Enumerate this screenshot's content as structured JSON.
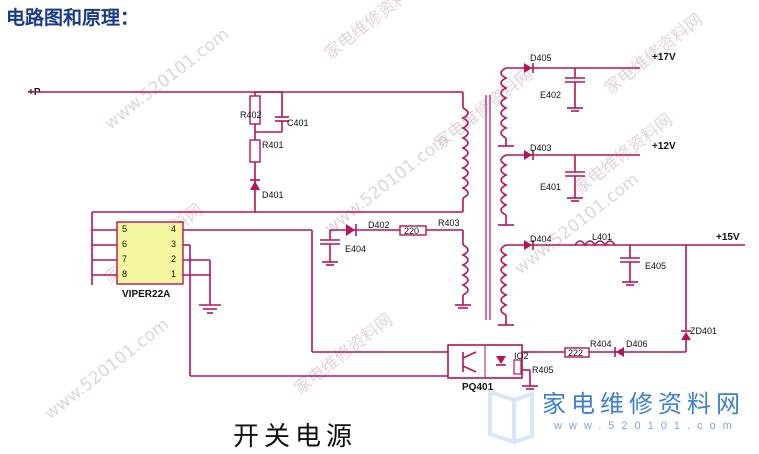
{
  "title": "电路图和原理：",
  "caption": "开关电源",
  "watermark": {
    "text": "家电维修资料网",
    "url": "www.520101.com",
    "logo_text": "家电维修资料网",
    "logo_url": "www.520101.com",
    "color": "#c9b0bd"
  },
  "rails": {
    "input": "+P",
    "v17": "+17V",
    "v12": "+12V",
    "v15": "+15V"
  },
  "components": {
    "R402": "R402",
    "C401": "C401",
    "R401": "R401",
    "D401": "D401",
    "D402": "D402",
    "R403": "R403",
    "R403_value": "220",
    "E404": "E404",
    "D405": "D405",
    "E402": "E402",
    "D403": "D403",
    "E401": "E401",
    "D404": "D404",
    "L401": "L401",
    "E405": "E405",
    "ZD401": "ZD401",
    "D406": "D406",
    "R404": "R404",
    "R404_value": "222",
    "R405": "R405",
    "IO2": "IO2",
    "PQ401": "PQ401",
    "ic": {
      "name": "VIPER22A",
      "pins_top": [
        "5",
        "6",
        "7",
        "8"
      ],
      "pins_right": [
        "4",
        "3",
        "2",
        "1"
      ]
    }
  },
  "colors": {
    "wire": "#b8125a",
    "title": "#1a3a8c",
    "ic_fill": "#f4f6a0",
    "logo": "#3c7fd3"
  }
}
